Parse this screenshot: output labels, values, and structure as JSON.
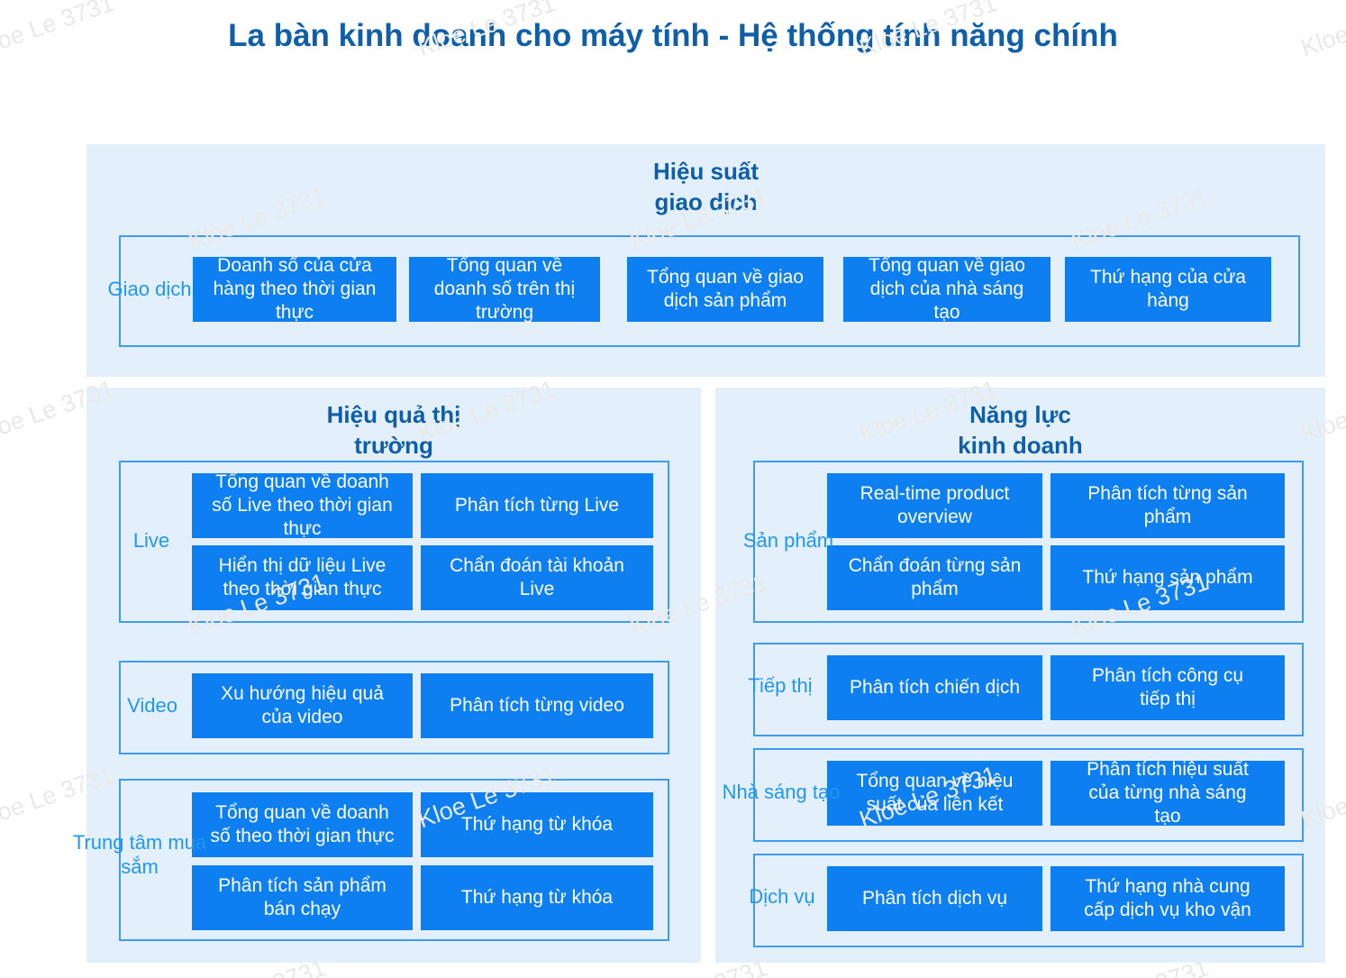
{
  "page": {
    "title": "La bàn kinh doanh cho máy\ntính - Hệ thống tính năng\nchính",
    "watermark_text": "Kloe Le 3731",
    "colors": {
      "tile_blue": "#0d7ff0",
      "panel_background": "#e3f0fb",
      "heading_blue": "#0f5fa8",
      "label_blue": "#2196f3",
      "row_border": "#3e9bf0",
      "page_background": "#ffffff",
      "watermark_gray": "#e9e9e9"
    }
  },
  "sections": {
    "transaction": {
      "title": "Hiệu suất\ngiao dịch",
      "rows": [
        {
          "label": "Giao dịch",
          "tiles": [
            "Doanh số của cửa\nhàng theo thời gian\nthực",
            "Tổng quan về\ndoanh số trên thị\ntrường",
            "Tổng quan về giao\ndịch sản phẩm",
            "Tổng quan về giao\ndịch của nhà sáng\ntạo",
            "Thứ hạng của cửa\nhàng"
          ]
        }
      ]
    },
    "market": {
      "title": "Hiệu quả thị\ntrường",
      "rows": [
        {
          "label": "Live",
          "tiles": [
            "Tổng quan về doanh\nsố Live theo thời gian\nthực",
            "Phân tích từng Live",
            "Hiển thị dữ liệu Live\ntheo thời gian thực",
            "Chẩn đoán tài khoản\nLive"
          ]
        },
        {
          "label": "Video",
          "tiles": [
            "Xu hướng hiệu quả\ncủa video",
            "Phân tích từng video"
          ]
        },
        {
          "label": "Trung tâm mua\nsắm",
          "tiles": [
            "Tổng quan về doanh\nsố theo thời gian thực",
            "Thứ hạng từ khóa",
            "Phân tích sản phẩm\nbán chạy",
            "Thứ hạng từ khóa"
          ]
        }
      ]
    },
    "business": {
      "title": "Năng lực\nkinh doanh",
      "rows": [
        {
          "label": "Sản phẩm",
          "tiles": [
            "Real-time product\noverview",
            "Phân tích từng sản\nphẩm",
            "Chẩn đoán từng sản\nphẩm",
            "Thứ hạng sản phẩm"
          ]
        },
        {
          "label": "Tiếp thị",
          "tiles": [
            "Phân tích chiến dịch",
            "Phân tích công cụ\ntiếp thị"
          ]
        },
        {
          "label": "Nhà sáng tạo",
          "tiles": [
            "Tổng quan về hiệu\nsuất của liên kết",
            "Phân tích hiệu suất\ncủa từng nhà sáng\ntạo"
          ]
        },
        {
          "label": "Dịch vụ",
          "tiles": [
            "Phân tích dịch vụ",
            "Thứ hạng nhà cung\ncấp dịch vụ kho vận"
          ]
        }
      ]
    }
  }
}
